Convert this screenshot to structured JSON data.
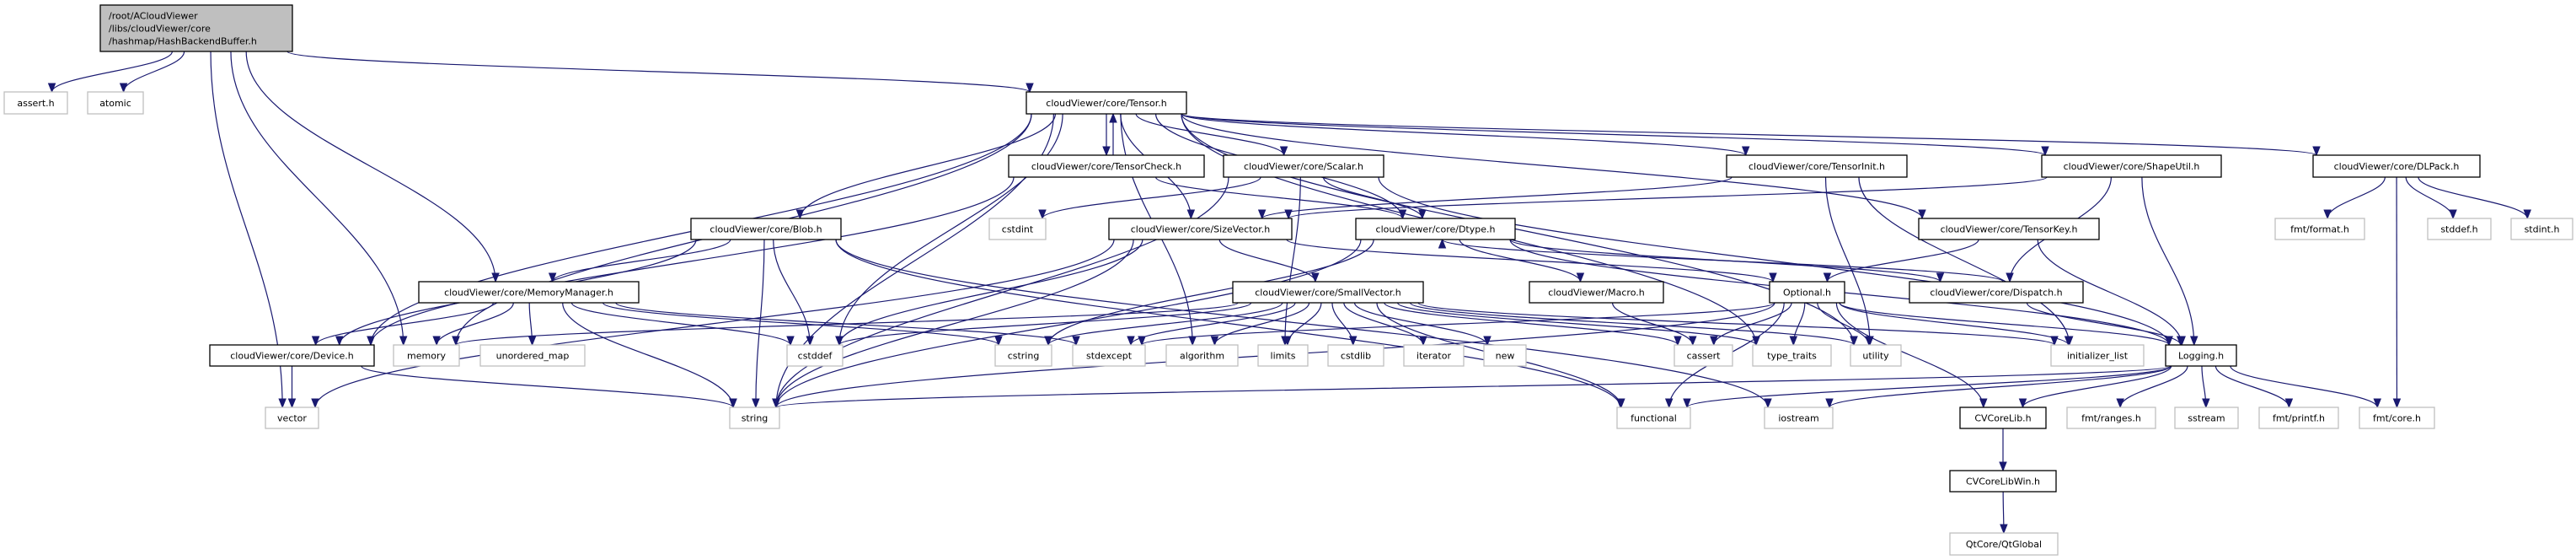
{
  "graph": {
    "type": "include-dependency-graph",
    "edge_color": "#191970",
    "root_fill": "#bfbfbf",
    "nodes": [
      {
        "id": "root",
        "kind": "root",
        "label": [
          "/root/ACloudViewer",
          "/libs/cloudViewer/core",
          "/hashmap/HashBackendBuffer.h"
        ]
      },
      {
        "id": "assert_h",
        "kind": "system",
        "label": [
          "assert.h"
        ]
      },
      {
        "id": "atomic",
        "kind": "system",
        "label": [
          "atomic"
        ]
      },
      {
        "id": "tensor",
        "kind": "documented",
        "label": [
          "cloudViewer/core/Tensor.h"
        ]
      },
      {
        "id": "tensorcheck",
        "kind": "documented",
        "label": [
          "cloudViewer/core/TensorCheck.h"
        ]
      },
      {
        "id": "scalar",
        "kind": "documented",
        "label": [
          "cloudViewer/core/Scalar.h"
        ]
      },
      {
        "id": "tensorinit",
        "kind": "documented",
        "label": [
          "cloudViewer/core/TensorInit.h"
        ]
      },
      {
        "id": "shapeutil",
        "kind": "documented",
        "label": [
          "cloudViewer/core/ShapeUtil.h"
        ]
      },
      {
        "id": "dlpack",
        "kind": "documented",
        "label": [
          "cloudViewer/core/DLPack.h"
        ]
      },
      {
        "id": "blob",
        "kind": "documented",
        "label": [
          "cloudViewer/core/Blob.h"
        ]
      },
      {
        "id": "cstdint",
        "kind": "system",
        "label": [
          "cstdint"
        ]
      },
      {
        "id": "sizevector",
        "kind": "documented",
        "label": [
          "cloudViewer/core/SizeVector.h"
        ]
      },
      {
        "id": "dtype",
        "kind": "documented",
        "label": [
          "cloudViewer/core/Dtype.h"
        ]
      },
      {
        "id": "tensorkey",
        "kind": "documented",
        "label": [
          "cloudViewer/core/TensorKey.h"
        ]
      },
      {
        "id": "fmtformat",
        "kind": "system",
        "label": [
          "fmt/format.h"
        ]
      },
      {
        "id": "stddef_h",
        "kind": "system",
        "label": [
          "stddef.h"
        ]
      },
      {
        "id": "stdint_h",
        "kind": "system",
        "label": [
          "stdint.h"
        ]
      },
      {
        "id": "memorymanager",
        "kind": "documented",
        "label": [
          "cloudViewer/core/MemoryManager.h"
        ]
      },
      {
        "id": "smallvector",
        "kind": "documented",
        "label": [
          "cloudViewer/core/SmallVector.h"
        ]
      },
      {
        "id": "macro",
        "kind": "documented",
        "label": [
          "cloudViewer/Macro.h"
        ]
      },
      {
        "id": "optional",
        "kind": "documented",
        "label": [
          "Optional.h"
        ]
      },
      {
        "id": "dispatch",
        "kind": "documented",
        "label": [
          "cloudViewer/core/Dispatch.h"
        ]
      },
      {
        "id": "device",
        "kind": "documented",
        "label": [
          "cloudViewer/core/Device.h"
        ]
      },
      {
        "id": "memory",
        "kind": "system",
        "label": [
          "memory"
        ]
      },
      {
        "id": "unordered_map",
        "kind": "system",
        "label": [
          "unordered_map"
        ]
      },
      {
        "id": "cstddef",
        "kind": "system",
        "label": [
          "cstddef"
        ]
      },
      {
        "id": "cstring",
        "kind": "system",
        "label": [
          "cstring"
        ]
      },
      {
        "id": "stdexcept",
        "kind": "system",
        "label": [
          "stdexcept"
        ]
      },
      {
        "id": "algorithm",
        "kind": "system",
        "label": [
          "algorithm"
        ]
      },
      {
        "id": "limits",
        "kind": "system",
        "label": [
          "limits"
        ]
      },
      {
        "id": "cstdlib",
        "kind": "system",
        "label": [
          "cstdlib"
        ]
      },
      {
        "id": "iterator",
        "kind": "system",
        "label": [
          "iterator"
        ]
      },
      {
        "id": "new",
        "kind": "system",
        "label": [
          "new"
        ]
      },
      {
        "id": "cassert",
        "kind": "system",
        "label": [
          "cassert"
        ]
      },
      {
        "id": "type_traits",
        "kind": "system",
        "label": [
          "type_traits"
        ]
      },
      {
        "id": "utility",
        "kind": "system",
        "label": [
          "utility"
        ]
      },
      {
        "id": "initializer_list",
        "kind": "system",
        "label": [
          "initializer_list"
        ]
      },
      {
        "id": "logging",
        "kind": "documented",
        "label": [
          "Logging.h"
        ]
      },
      {
        "id": "vector",
        "kind": "system",
        "label": [
          "vector"
        ]
      },
      {
        "id": "string",
        "kind": "system",
        "label": [
          "string"
        ]
      },
      {
        "id": "functional",
        "kind": "system",
        "label": [
          "functional"
        ]
      },
      {
        "id": "iostream",
        "kind": "system",
        "label": [
          "iostream"
        ]
      },
      {
        "id": "cvcorelib",
        "kind": "documented",
        "label": [
          "CVCoreLib.h"
        ]
      },
      {
        "id": "fmtranges",
        "kind": "system",
        "label": [
          "fmt/ranges.h"
        ]
      },
      {
        "id": "sstream",
        "kind": "system",
        "label": [
          "sstream"
        ]
      },
      {
        "id": "fmtprintf",
        "kind": "system",
        "label": [
          "fmt/printf.h"
        ]
      },
      {
        "id": "fmtcore",
        "kind": "system",
        "label": [
          "fmt/core.h"
        ]
      },
      {
        "id": "cvcorelibwin",
        "kind": "documented",
        "label": [
          "CVCoreLibWin.h"
        ]
      },
      {
        "id": "qtglobal",
        "kind": "system",
        "label": [
          "QtCore/QtGlobal"
        ]
      }
    ],
    "edges": [
      [
        "root",
        "assert_h"
      ],
      [
        "root",
        "atomic"
      ],
      [
        "root",
        "vector"
      ],
      [
        "root",
        "memory"
      ],
      [
        "root",
        "memorymanager"
      ],
      [
        "root",
        "tensor"
      ],
      [
        "tensor",
        "device"
      ],
      [
        "tensor",
        "memory"
      ],
      [
        "tensor",
        "string"
      ],
      [
        "tensor",
        "cstddef"
      ],
      [
        "tensor",
        "blob"
      ],
      [
        "tensor",
        "tensorcheck"
      ],
      [
        "tensor",
        "scalar"
      ],
      [
        "tensor",
        "sizevector"
      ],
      [
        "tensor",
        "dtype"
      ],
      [
        "tensor",
        "algorithm"
      ],
      [
        "tensor",
        "type_traits"
      ],
      [
        "tensor",
        "utility"
      ],
      [
        "tensor",
        "tensorinit"
      ],
      [
        "tensor",
        "tensorkey"
      ],
      [
        "tensor",
        "shapeutil"
      ],
      [
        "tensor",
        "dlpack"
      ],
      [
        "tensorcheck",
        "tensor"
      ],
      [
        "tensorcheck",
        "device"
      ],
      [
        "tensorcheck",
        "dtype"
      ],
      [
        "scalar",
        "cstdint"
      ],
      [
        "scalar",
        "string"
      ],
      [
        "scalar",
        "dtype"
      ],
      [
        "scalar",
        "logging"
      ],
      [
        "scalar",
        "limits"
      ],
      [
        "blob",
        "device"
      ],
      [
        "blob",
        "memorymanager"
      ],
      [
        "blob",
        "cstddef"
      ],
      [
        "blob",
        "string"
      ],
      [
        "blob",
        "functional"
      ],
      [
        "blob",
        "iostream"
      ],
      [
        "memorymanager",
        "device"
      ],
      [
        "memorymanager",
        "memory"
      ],
      [
        "memorymanager",
        "unordered_map"
      ],
      [
        "memorymanager",
        "string"
      ],
      [
        "memorymanager",
        "cstring"
      ],
      [
        "memorymanager",
        "stdexcept"
      ],
      [
        "memorymanager",
        "cstddef"
      ],
      [
        "device",
        "vector"
      ],
      [
        "device",
        "string"
      ],
      [
        "sizevector",
        "smallvector"
      ],
      [
        "sizevector",
        "cstddef"
      ],
      [
        "sizevector",
        "vector"
      ],
      [
        "sizevector",
        "string"
      ],
      [
        "sizevector",
        "optional"
      ],
      [
        "dtype",
        "macro"
      ],
      [
        "dtype",
        "dispatch"
      ],
      [
        "dtype",
        "logging"
      ],
      [
        "dtype",
        "string"
      ],
      [
        "dtype",
        "cstring"
      ],
      [
        "smallvector",
        "algorithm"
      ],
      [
        "smallvector",
        "cassert"
      ],
      [
        "smallvector",
        "cstddef"
      ],
      [
        "smallvector",
        "cstdlib"
      ],
      [
        "smallvector",
        "cstring"
      ],
      [
        "smallvector",
        "initializer_list"
      ],
      [
        "smallvector",
        "iterator"
      ],
      [
        "smallvector",
        "limits"
      ],
      [
        "smallvector",
        "memory"
      ],
      [
        "smallvector",
        "new"
      ],
      [
        "smallvector",
        "stdexcept"
      ],
      [
        "smallvector",
        "type_traits"
      ],
      [
        "smallvector",
        "utility"
      ],
      [
        "smallvector",
        "functional"
      ],
      [
        "macro",
        "cassert"
      ],
      [
        "optional",
        "cassert"
      ],
      [
        "optional",
        "type_traits"
      ],
      [
        "optional",
        "utility"
      ],
      [
        "optional",
        "initializer_list"
      ],
      [
        "optional",
        "functional"
      ],
      [
        "optional",
        "string"
      ],
      [
        "optional",
        "cvcorelib"
      ],
      [
        "optional",
        "stdexcept"
      ],
      [
        "optional",
        "logging"
      ],
      [
        "dispatch",
        "dtype"
      ],
      [
        "dispatch",
        "logging"
      ],
      [
        "tensorinit",
        "sizevector"
      ],
      [
        "tensorinit",
        "utility"
      ],
      [
        "tensorinit",
        "initializer_list"
      ],
      [
        "shapeutil",
        "sizevector"
      ],
      [
        "shapeutil",
        "dispatch"
      ],
      [
        "shapeutil",
        "logging"
      ],
      [
        "tensorkey",
        "optional"
      ],
      [
        "tensorkey",
        "logging"
      ],
      [
        "dlpack",
        "fmtformat"
      ],
      [
        "dlpack",
        "stddef_h"
      ],
      [
        "dlpack",
        "stdint_h"
      ],
      [
        "dlpack",
        "fmtcore"
      ],
      [
        "logging",
        "string"
      ],
      [
        "logging",
        "functional"
      ],
      [
        "logging",
        "iostream"
      ],
      [
        "logging",
        "cvcorelib"
      ],
      [
        "logging",
        "fmtranges"
      ],
      [
        "logging",
        "sstream"
      ],
      [
        "logging",
        "fmtprintf"
      ],
      [
        "logging",
        "fmtcore"
      ],
      [
        "cvcorelib",
        "cvcorelibwin"
      ],
      [
        "cvcorelibwin",
        "qtglobal"
      ]
    ]
  }
}
